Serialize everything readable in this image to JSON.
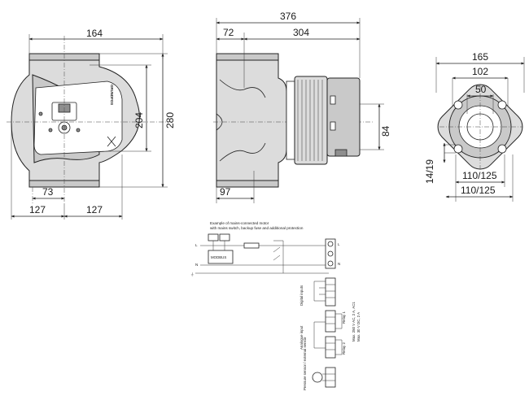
{
  "dimensions": {
    "front_top_width": "164",
    "front_height_inner": "204",
    "front_height_total": "280",
    "front_offset": "73",
    "front_half_left": "127",
    "front_half_right": "127",
    "side_total_length": "376",
    "side_flange": "72",
    "side_motor": "304",
    "side_bottom": "97",
    "side_height": "84",
    "flange_outer": "165",
    "flange_mid": "102",
    "flange_bore": "50",
    "flange_bolt_hole": "14/19",
    "flange_pcd_1": "110/125",
    "flange_pcd_2": "110/125"
  },
  "pump_brand_text": "GRUNDFOS",
  "wiring": {
    "title_line1": "Example of mains-connected motor",
    "title_line2": "with mains switch, backup fuse and additional protection",
    "label_L": "L",
    "label_N": "N",
    "label_gnd": "⏚",
    "label_module": "MODBUS",
    "terminal_L": "L",
    "terminal_N": "N",
    "digital_input_label": "Digital inputs",
    "analog_input_label": "Analogue input",
    "relay_label_1": "Max. 250 V AC, 2 A, AC1",
    "relay_label_2": "Max. 30 V DC, 2 A",
    "relay1_label": "Relay 1",
    "relay2_label": "Relay 2",
    "sensor_label": "Pressure sensor / external sensor"
  }
}
